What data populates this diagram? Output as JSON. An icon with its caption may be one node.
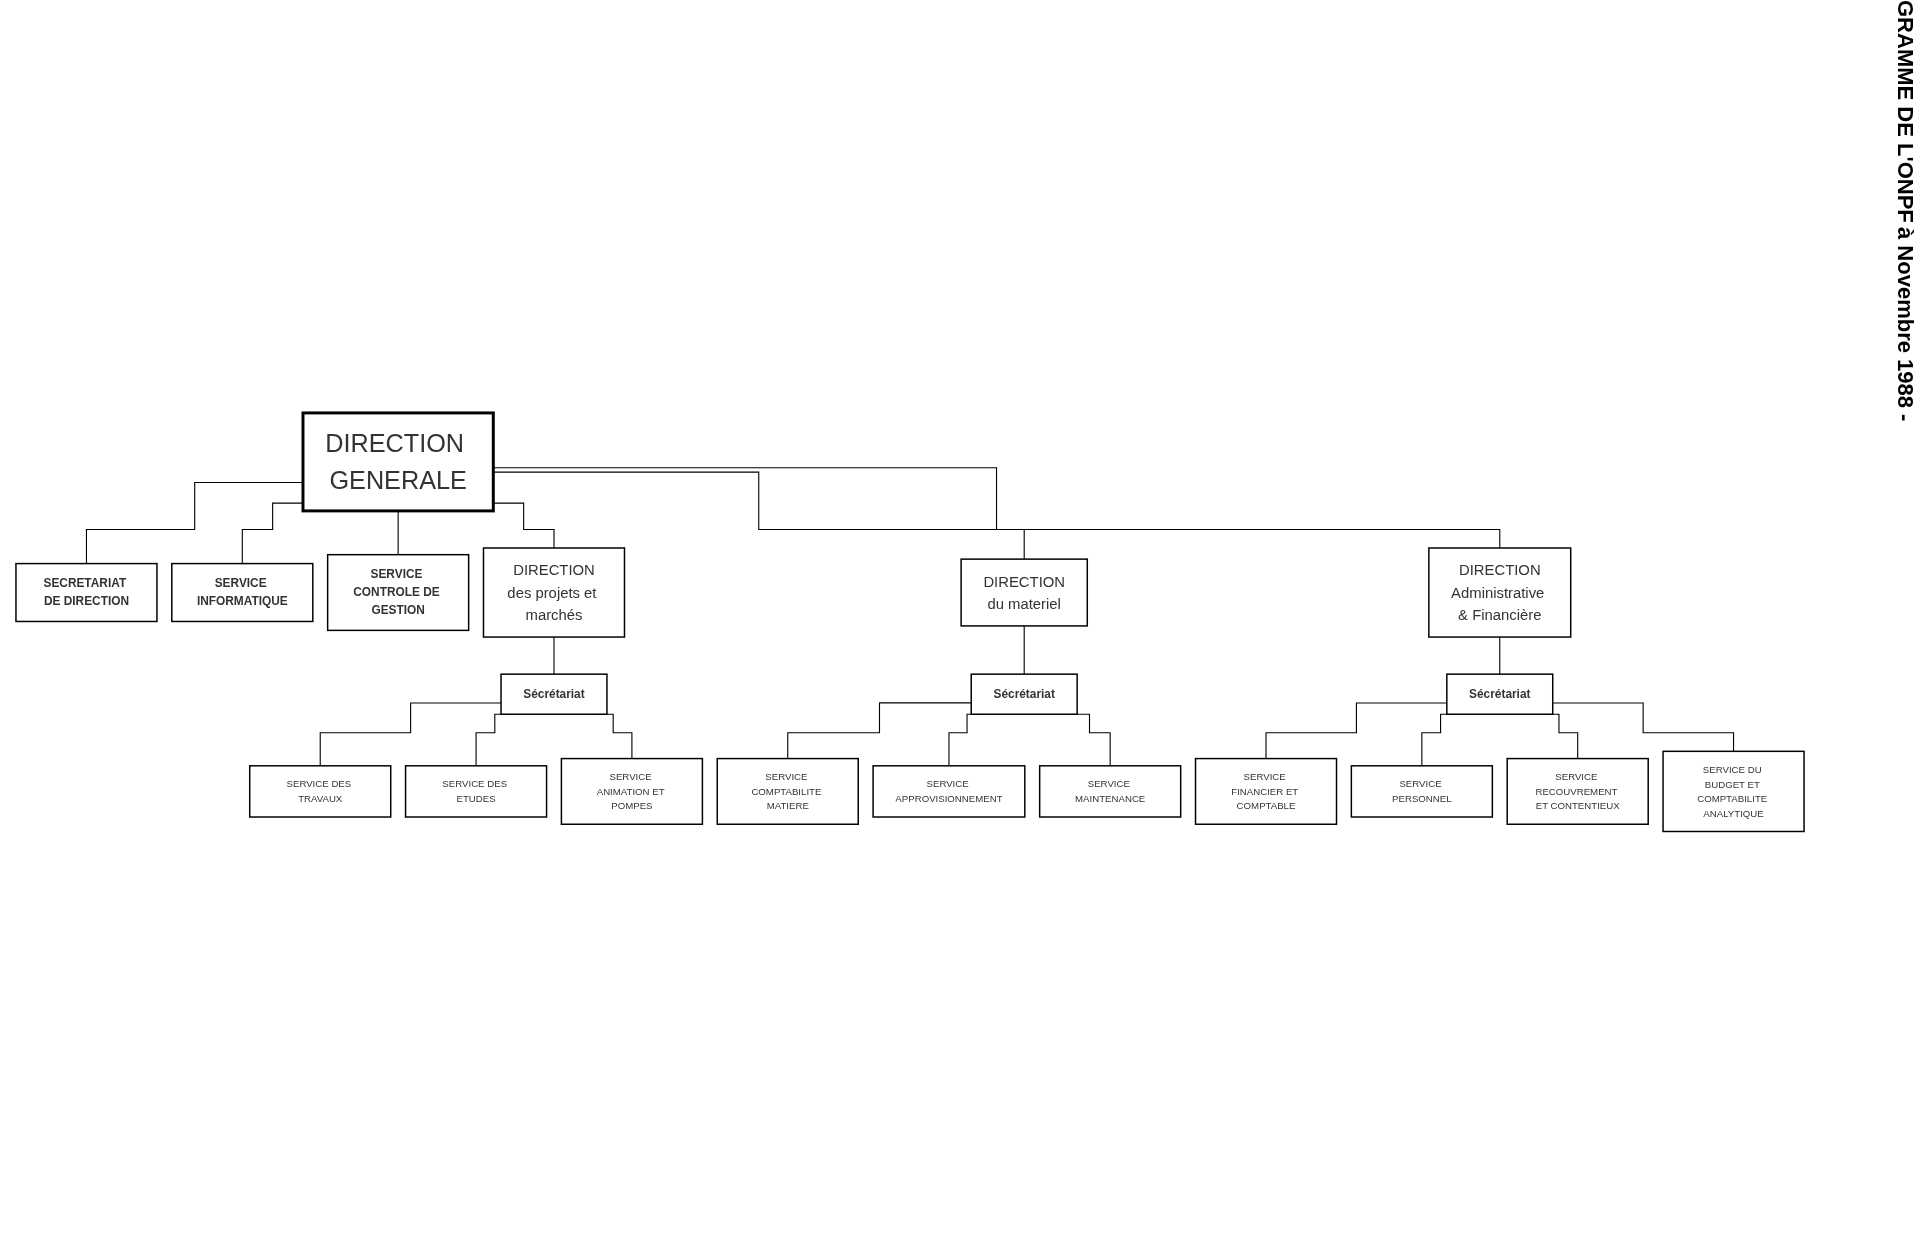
{
  "diagram": {
    "nodes": [
      {
        "text": [
          "DIRECTION GENERALE"
        ]
      },
      {
        "text": [
          "SECRETARIAT DE DIRECTION"
        ]
      },
      {
        "text": [
          "SERVICE INFORMATIQUE"
        ]
      },
      {
        "text": [
          "SERVICE CONTROLE DE GESTION"
        ]
      },
      {
        "text": [
          "DIRECTION",
          "des projets et marchés"
        ]
      },
      {
        "text": [
          "DIRECTION",
          "du materiel"
        ]
      },
      {
        "text": [
          "DIRECTION",
          "Administrative & Financière"
        ]
      },
      {
        "text": [
          "Sécrétariat"
        ]
      },
      {
        "text": [
          "Sécrétariat"
        ]
      },
      {
        "text": [
          "Sécrétariat"
        ]
      },
      {
        "text": [
          "SERVICE DES TRAVAUX"
        ]
      },
      {
        "text": [
          "SERVICE DES ETUDES"
        ]
      },
      {
        "text": [
          "SERVICE ANIMATION ET POMPES"
        ]
      },
      {
        "text": [
          "SERVICE COMPTABILITE MATIERE"
        ]
      },
      {
        "text": [
          "SERVICE APPROVISIONNEMENT"
        ]
      },
      {
        "text": [
          "SERVICE MAINTENANCE"
        ]
      },
      {
        "text": [
          "SERVICE FINANCIER ET COMPTABLE"
        ]
      },
      {
        "text": [
          "SERVICE PERSONNEL"
        ]
      },
      {
        "text": [
          "SERVICE RECOUVREMENT ET CONTENTIEUX"
        ]
      },
      {
        "text": [
          "SERVICE DU BUDGET ET COMPTABILITE ANALYTIQUE"
        ]
      }
    ],
    "edges": [
      {
        "from": 0,
        "to": 1,
        "arrow": "none"
      },
      {
        "from": 0,
        "to": 2,
        "arrow": "none"
      },
      {
        "from": 0,
        "to": 3,
        "arrow": "none"
      },
      {
        "from": 0,
        "to": 4,
        "arrow": "none"
      },
      {
        "from": 0,
        "to": 5,
        "arrow": "none"
      },
      {
        "from": 0,
        "to": 6,
        "arrow": "none"
      },
      {
        "from": 4,
        "to": 7,
        "arrow": "none"
      },
      {
        "from": 5,
        "to": 8,
        "arrow": "none"
      },
      {
        "from": 6,
        "to": 9,
        "arrow": "none"
      },
      {
        "from": 7,
        "to": 10,
        "arrow": "none"
      },
      {
        "from": 7,
        "to": 11,
        "arrow": "none"
      },
      {
        "from": 7,
        "to": 12,
        "arrow": "none"
      },
      {
        "from": 8,
        "to": 13,
        "arrow": "none"
      },
      {
        "from": 8,
        "to": 14,
        "arrow": "none"
      },
      {
        "from": 8,
        "to": 15,
        "arrow": "none"
      },
      {
        "from": 9,
        "to": 16,
        "arrow": "none"
      },
      {
        "from": 9,
        "to": 17,
        "arrow": "none"
      },
      {
        "from": 9,
        "to": 18,
        "arrow": "none"
      },
      {
        "from": 9,
        "to": 19,
        "arrow": "none"
      }
    ],
    "labels": [
      "GRAMME DE L'ONPF",
      "à Novembre 1988 -"
    ]
  }
}
